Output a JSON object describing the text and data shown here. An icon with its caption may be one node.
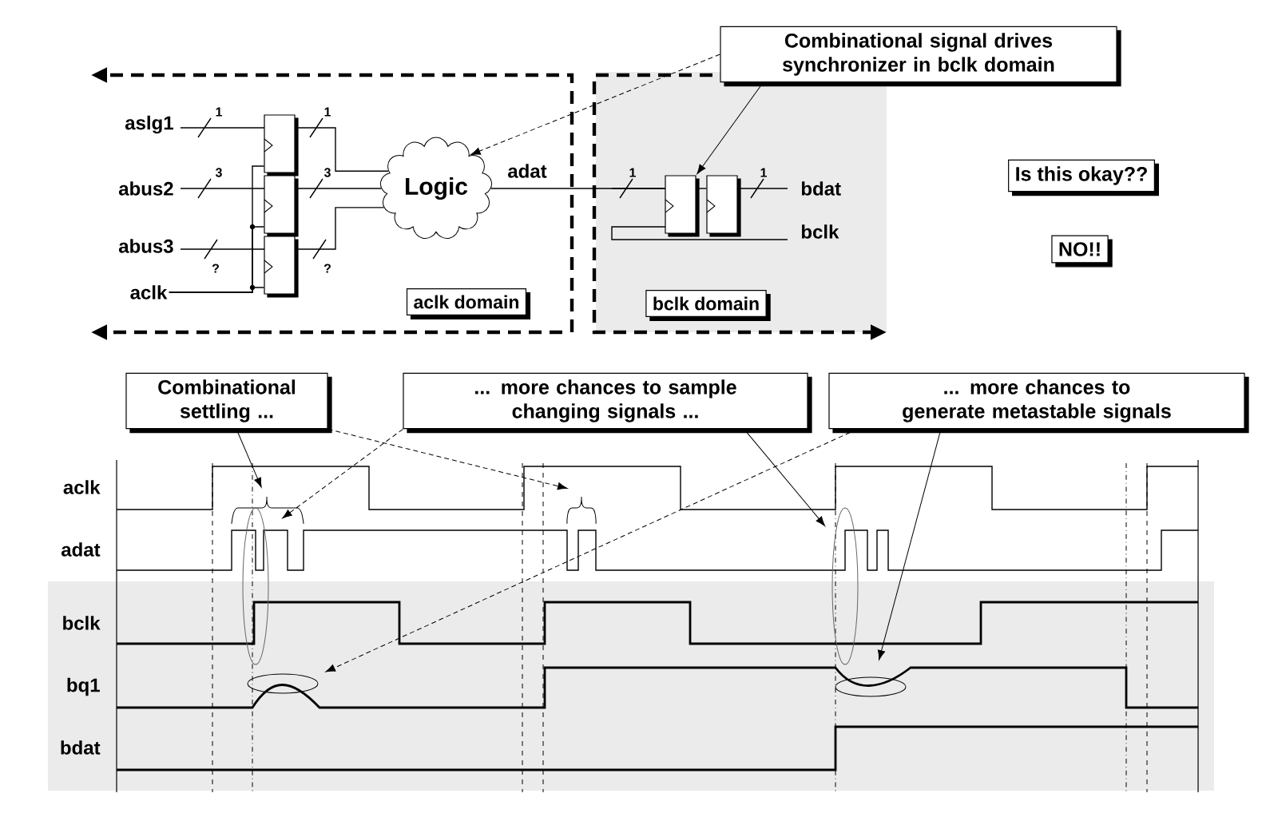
{
  "diagram": {
    "nodes": [
      {
        "text": [
          "Combinational signal drives synchronizer in bclk domain"
        ]
      },
      {
        "text": [
          "Is this okay??"
        ]
      },
      {
        "text": [
          "NO!!"
        ]
      },
      {
        "text": [
          "aclk domain"
        ]
      },
      {
        "text": [
          "bclk domain"
        ]
      },
      {
        "text": [
          "Logic"
        ]
      },
      {
        "text": [],
        "shape": "box"
      },
      {
        "text": [],
        "shape": "box"
      },
      {
        "text": [],
        "shape": "box"
      },
      {
        "text": [],
        "shape": "box"
      },
      {
        "text": [],
        "shape": "box"
      },
      {
        "text": [
          "Combinational settling ..."
        ]
      },
      {
        "text": [
          "... more chances to sample changing signals ..."
        ]
      },
      {
        "text": [
          "... more chances to generate metastable signals"
        ]
      },
      {
        "text": [
          "aclk"
        ]
      }
    ],
    "edges": [
      {
        "from": 0,
        "to": 5,
        "arrow": "to",
        "style": "dashed"
      },
      {
        "from": 0,
        "to": 9,
        "arrow": "to"
      },
      {
        "from": 6,
        "to": 5,
        "arrow": "none"
      },
      {
        "from": 7,
        "to": 5,
        "arrow": "none"
      },
      {
        "from": 8,
        "to": 5,
        "arrow": "none"
      },
      {
        "from": 5,
        "to": 9,
        "arrow": "none"
      },
      {
        "from": 9,
        "to": 10,
        "arrow": "none"
      },
      {
        "from": 11,
        "to": null,
        "arrow": "to"
      },
      {
        "from": 11,
        "to": null,
        "arrow": "to",
        "style": "dashed"
      },
      {
        "from": 12,
        "to": null,
        "arrow": "to",
        "style": "dashed"
      },
      {
        "from": 12,
        "to": null,
        "arrow": "to"
      },
      {
        "from": 13,
        "to": null,
        "arrow": "to",
        "style": "dashed"
      },
      {
        "from": 13,
        "to": null,
        "arrow": "to"
      },
      {
        "from": 14,
        "to": 6,
        "arrow": "none"
      },
      {
        "from": 14,
        "to": 7,
        "arrow": "none"
      },
      {
        "from": 14,
        "to": 8,
        "arrow": "none"
      }
    ],
    "labels": [
      "aslg1",
      "1",
      "1",
      "abus2",
      "3",
      "3",
      "adat",
      "1",
      "1",
      "bdat",
      "abus3",
      "?",
      "?",
      "bclk",
      "aclk",
      "adat",
      "bclk",
      "bq1",
      "bdat"
    ]
  }
}
